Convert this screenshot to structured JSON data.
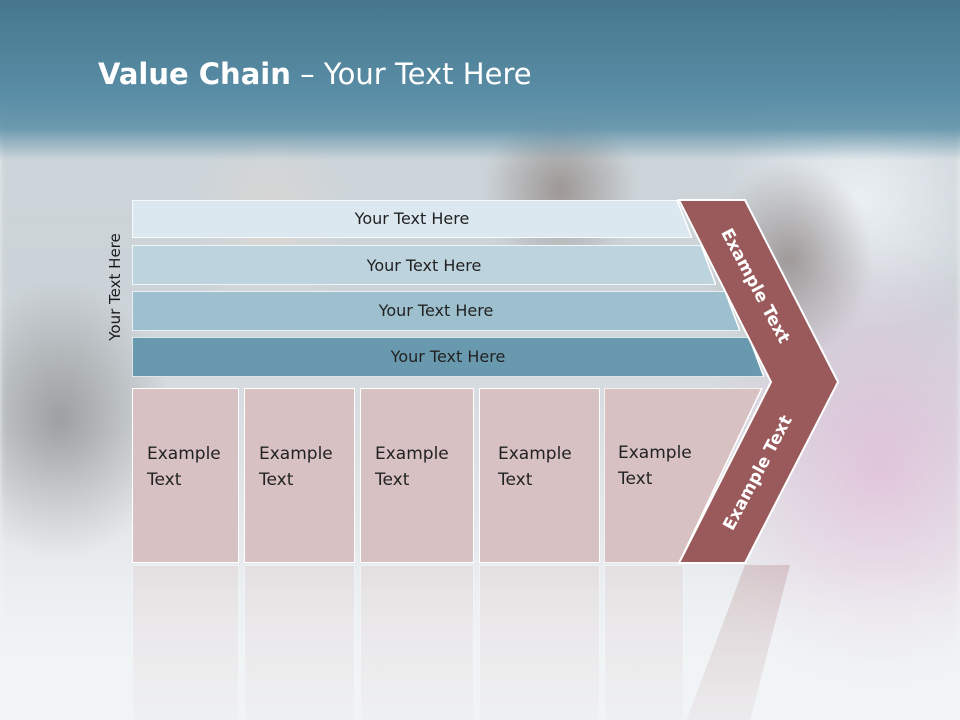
{
  "slide": {
    "title_bold": "Value Chain",
    "title_rest": " – Your Text Here",
    "side_label": "Your Text Here",
    "bars": [
      {
        "label": "Your Text Here",
        "color": "#dbe8ef"
      },
      {
        "label": "Your Text Here",
        "color": "#bdd4de"
      },
      {
        "label": "Your Text Here",
        "color": "#9ec0ce"
      },
      {
        "label": "Your Text Here",
        "color": "#6899ae"
      }
    ],
    "boxes": [
      {
        "line1": "Example",
        "line2": "Text"
      },
      {
        "line1": "Example",
        "line2": "Text"
      },
      {
        "line1": "Example",
        "line2": "Text"
      },
      {
        "line1": "Example",
        "line2": "Text"
      },
      {
        "line1": "Example",
        "line2": "Text"
      }
    ],
    "chevron_top_label": "Example Text",
    "chevron_bottom_label": "Example Text",
    "colors": {
      "header": "#4f839b",
      "chevron": "#9a5a5c",
      "box": "#d8c1c3"
    }
  }
}
